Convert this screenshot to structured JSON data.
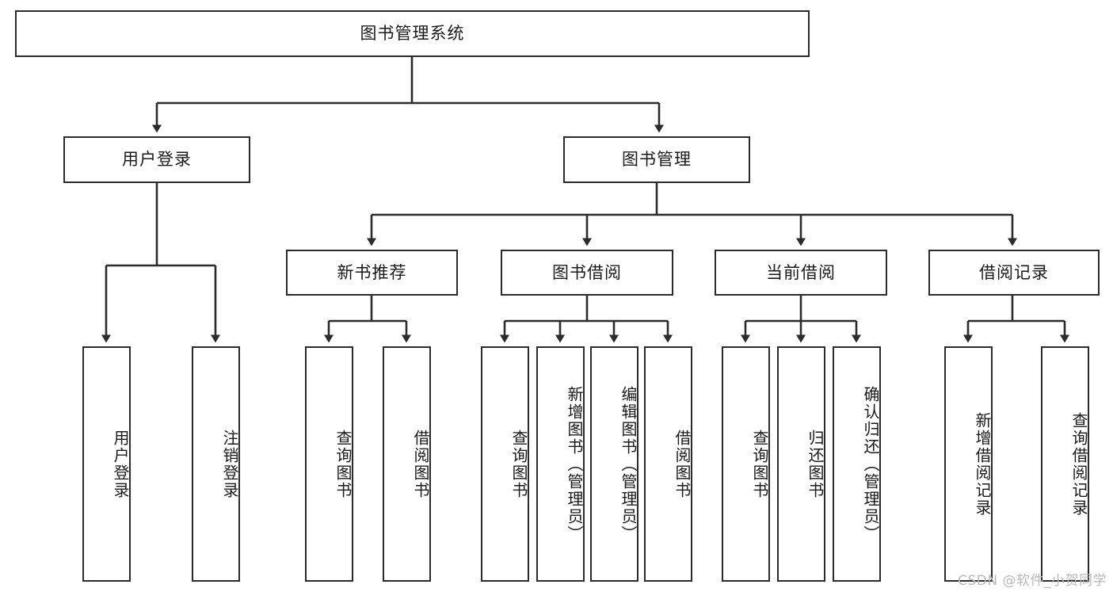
{
  "diagram": {
    "type": "tree-hierarchy-chart",
    "title": "图书管理系统",
    "watermark": "CSDN @软件_小贺同学",
    "colors": {
      "stroke": "#2b2b2b",
      "fill": "#ffffff",
      "text": "#1a1a1a",
      "watermark": "#b9b9b9"
    },
    "levels": {
      "root": {
        "label": "图书管理系统"
      },
      "level2": [
        {
          "label": "用户登录"
        },
        {
          "label": "图书管理"
        }
      ],
      "level3": [
        {
          "label": "新书推荐"
        },
        {
          "label": "图书借阅"
        },
        {
          "label": "当前借阅"
        },
        {
          "label": "借阅记录"
        }
      ],
      "leaves": [
        {
          "label": "用户登录",
          "parent": "用户登录"
        },
        {
          "label": "注销登录",
          "parent": "用户登录"
        },
        {
          "label": "查询图书",
          "parent": "新书推荐"
        },
        {
          "label": "借阅图书",
          "parent": "新书推荐"
        },
        {
          "label": "查询图书",
          "parent": "图书借阅"
        },
        {
          "label": "新增图书（管理员）",
          "parent": "图书借阅"
        },
        {
          "label": "编辑图书（管理员）",
          "parent": "图书借阅"
        },
        {
          "label": "借阅图书",
          "parent": "图书借阅"
        },
        {
          "label": "查询图书",
          "parent": "当前借阅"
        },
        {
          "label": "归还图书",
          "parent": "当前借阅"
        },
        {
          "label": "确认归还（管理员）",
          "parent": "当前借阅"
        },
        {
          "label": "新增借阅记录",
          "parent": "借阅记录"
        },
        {
          "label": "查询借阅记录",
          "parent": "借阅记录"
        }
      ]
    }
  }
}
